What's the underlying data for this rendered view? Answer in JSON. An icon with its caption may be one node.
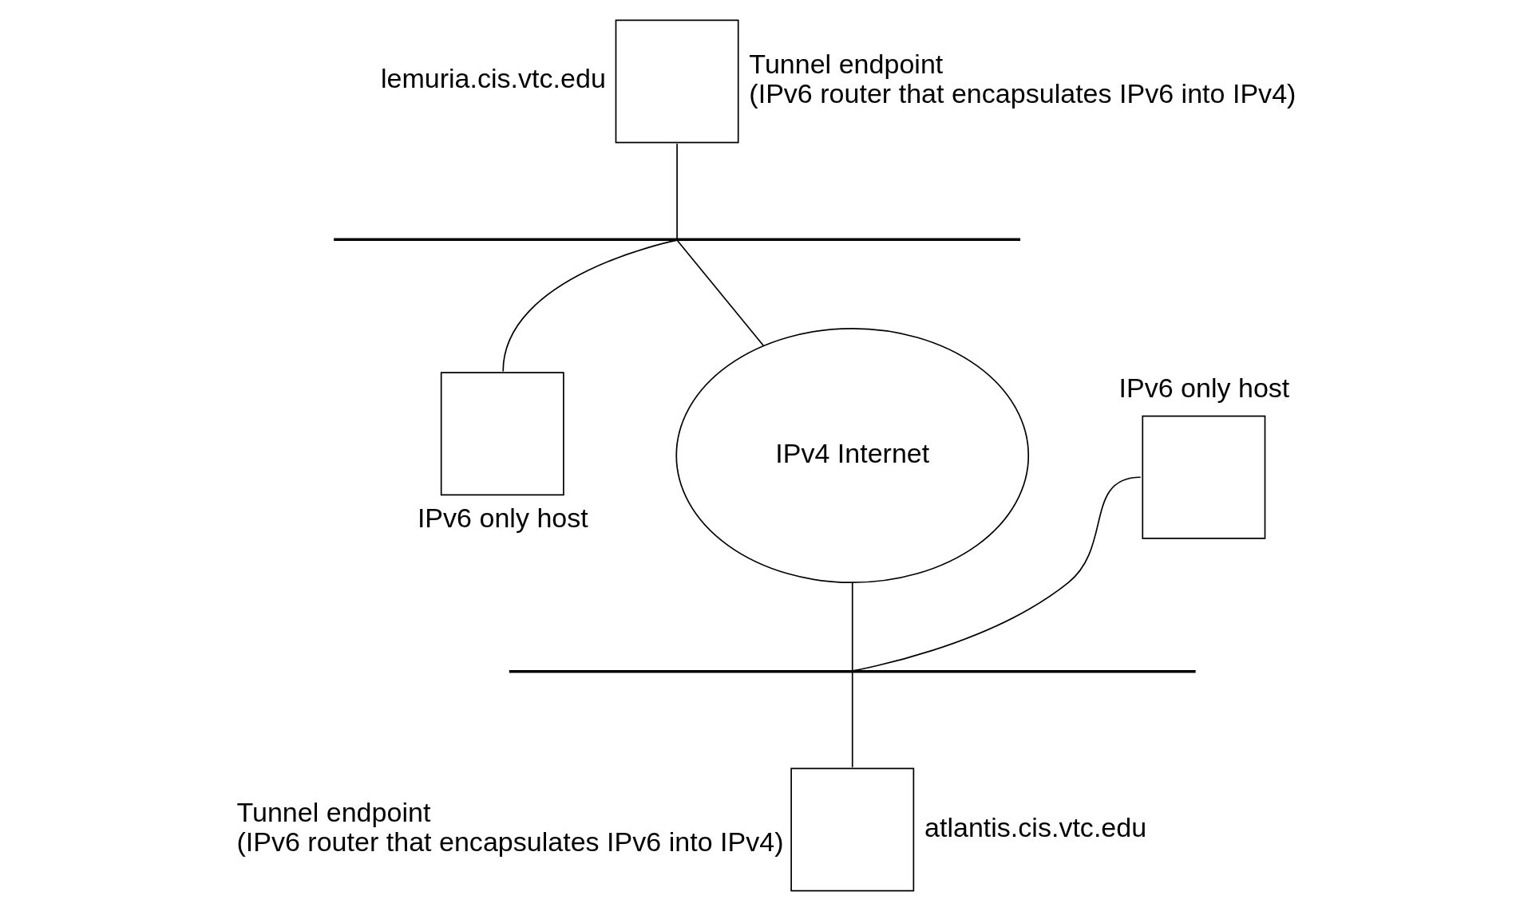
{
  "diagram": {
    "nodes": [
      {
        "text": [],
        "shape": "box",
        "beside": [
          "lemuria.cis.vtc.edu",
          "Tunnel endpoint",
          "(IPv6 router that encapsulates IPv6 into IPv4)"
        ]
      },
      {
        "text": [],
        "shape": "bar"
      },
      {
        "text": [],
        "shape": "box",
        "beside": [
          "IPv6 only host"
        ]
      },
      {
        "text": [
          "IPv4 Internet"
        ]
      },
      {
        "text": [],
        "shape": "box",
        "beside": [
          "IPv6 only host"
        ]
      },
      {
        "text": [],
        "shape": "bar"
      },
      {
        "text": [],
        "shape": "box",
        "beside": [
          "atlantis.cis.vtc.edu",
          "Tunnel endpoint",
          "(IPv6 router that encapsulates IPv6 into IPv4)"
        ]
      }
    ],
    "edges": [
      {
        "from": 0,
        "to": 1,
        "arrow": "none"
      },
      {
        "from": 1,
        "to": 2,
        "arrow": "none"
      },
      {
        "from": 1,
        "to": 3,
        "arrow": "none"
      },
      {
        "from": 3,
        "to": 5,
        "arrow": "none"
      },
      {
        "from": 5,
        "to": 4,
        "arrow": "none"
      },
      {
        "from": 5,
        "to": 6,
        "arrow": "none"
      }
    ]
  }
}
